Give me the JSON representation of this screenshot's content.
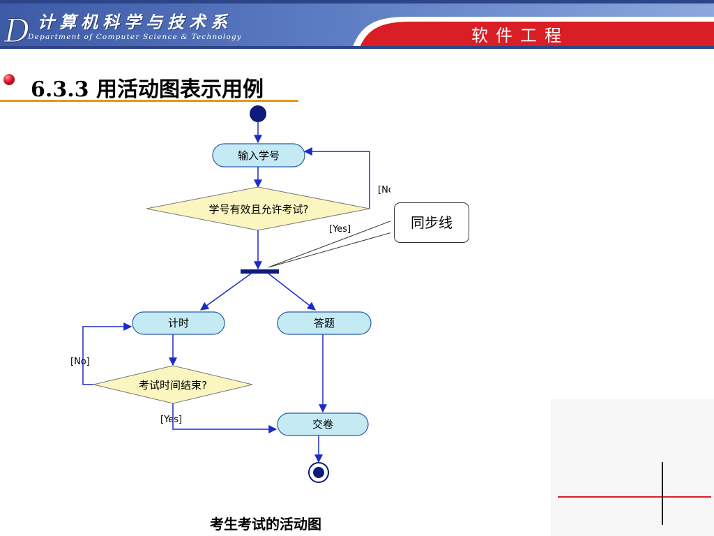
{
  "header": {
    "department_cn": "计算机科学与技术系",
    "department_en": "Department of Computer Science & Technology",
    "course_name": "软件工程"
  },
  "slide": {
    "title": "6.3.3 用活动图表示用例",
    "caption": "考生考试的活动图"
  },
  "diagram": {
    "activities": {
      "input_id": "输入学号",
      "timing": "计时",
      "answer": "答题",
      "submit": "交卷"
    },
    "decisions": {
      "id_valid": "学号有效且允许考试?",
      "time_over": "考试时间结束?"
    },
    "guards": {
      "id_no": "[No]",
      "id_yes": "[Yes]",
      "time_no": "[No]",
      "time_yes": "[Yes]"
    },
    "callout": "同步线"
  },
  "colors": {
    "header_blue": "#3a5ba8",
    "header_red": "#d91e26",
    "activity_fill": "#c4eaf4",
    "decision_fill": "#fbf5c0",
    "arrow_blue": "#1a2bc8",
    "node_navy": "#0c1a7a",
    "title_underline": "#e39a12"
  }
}
